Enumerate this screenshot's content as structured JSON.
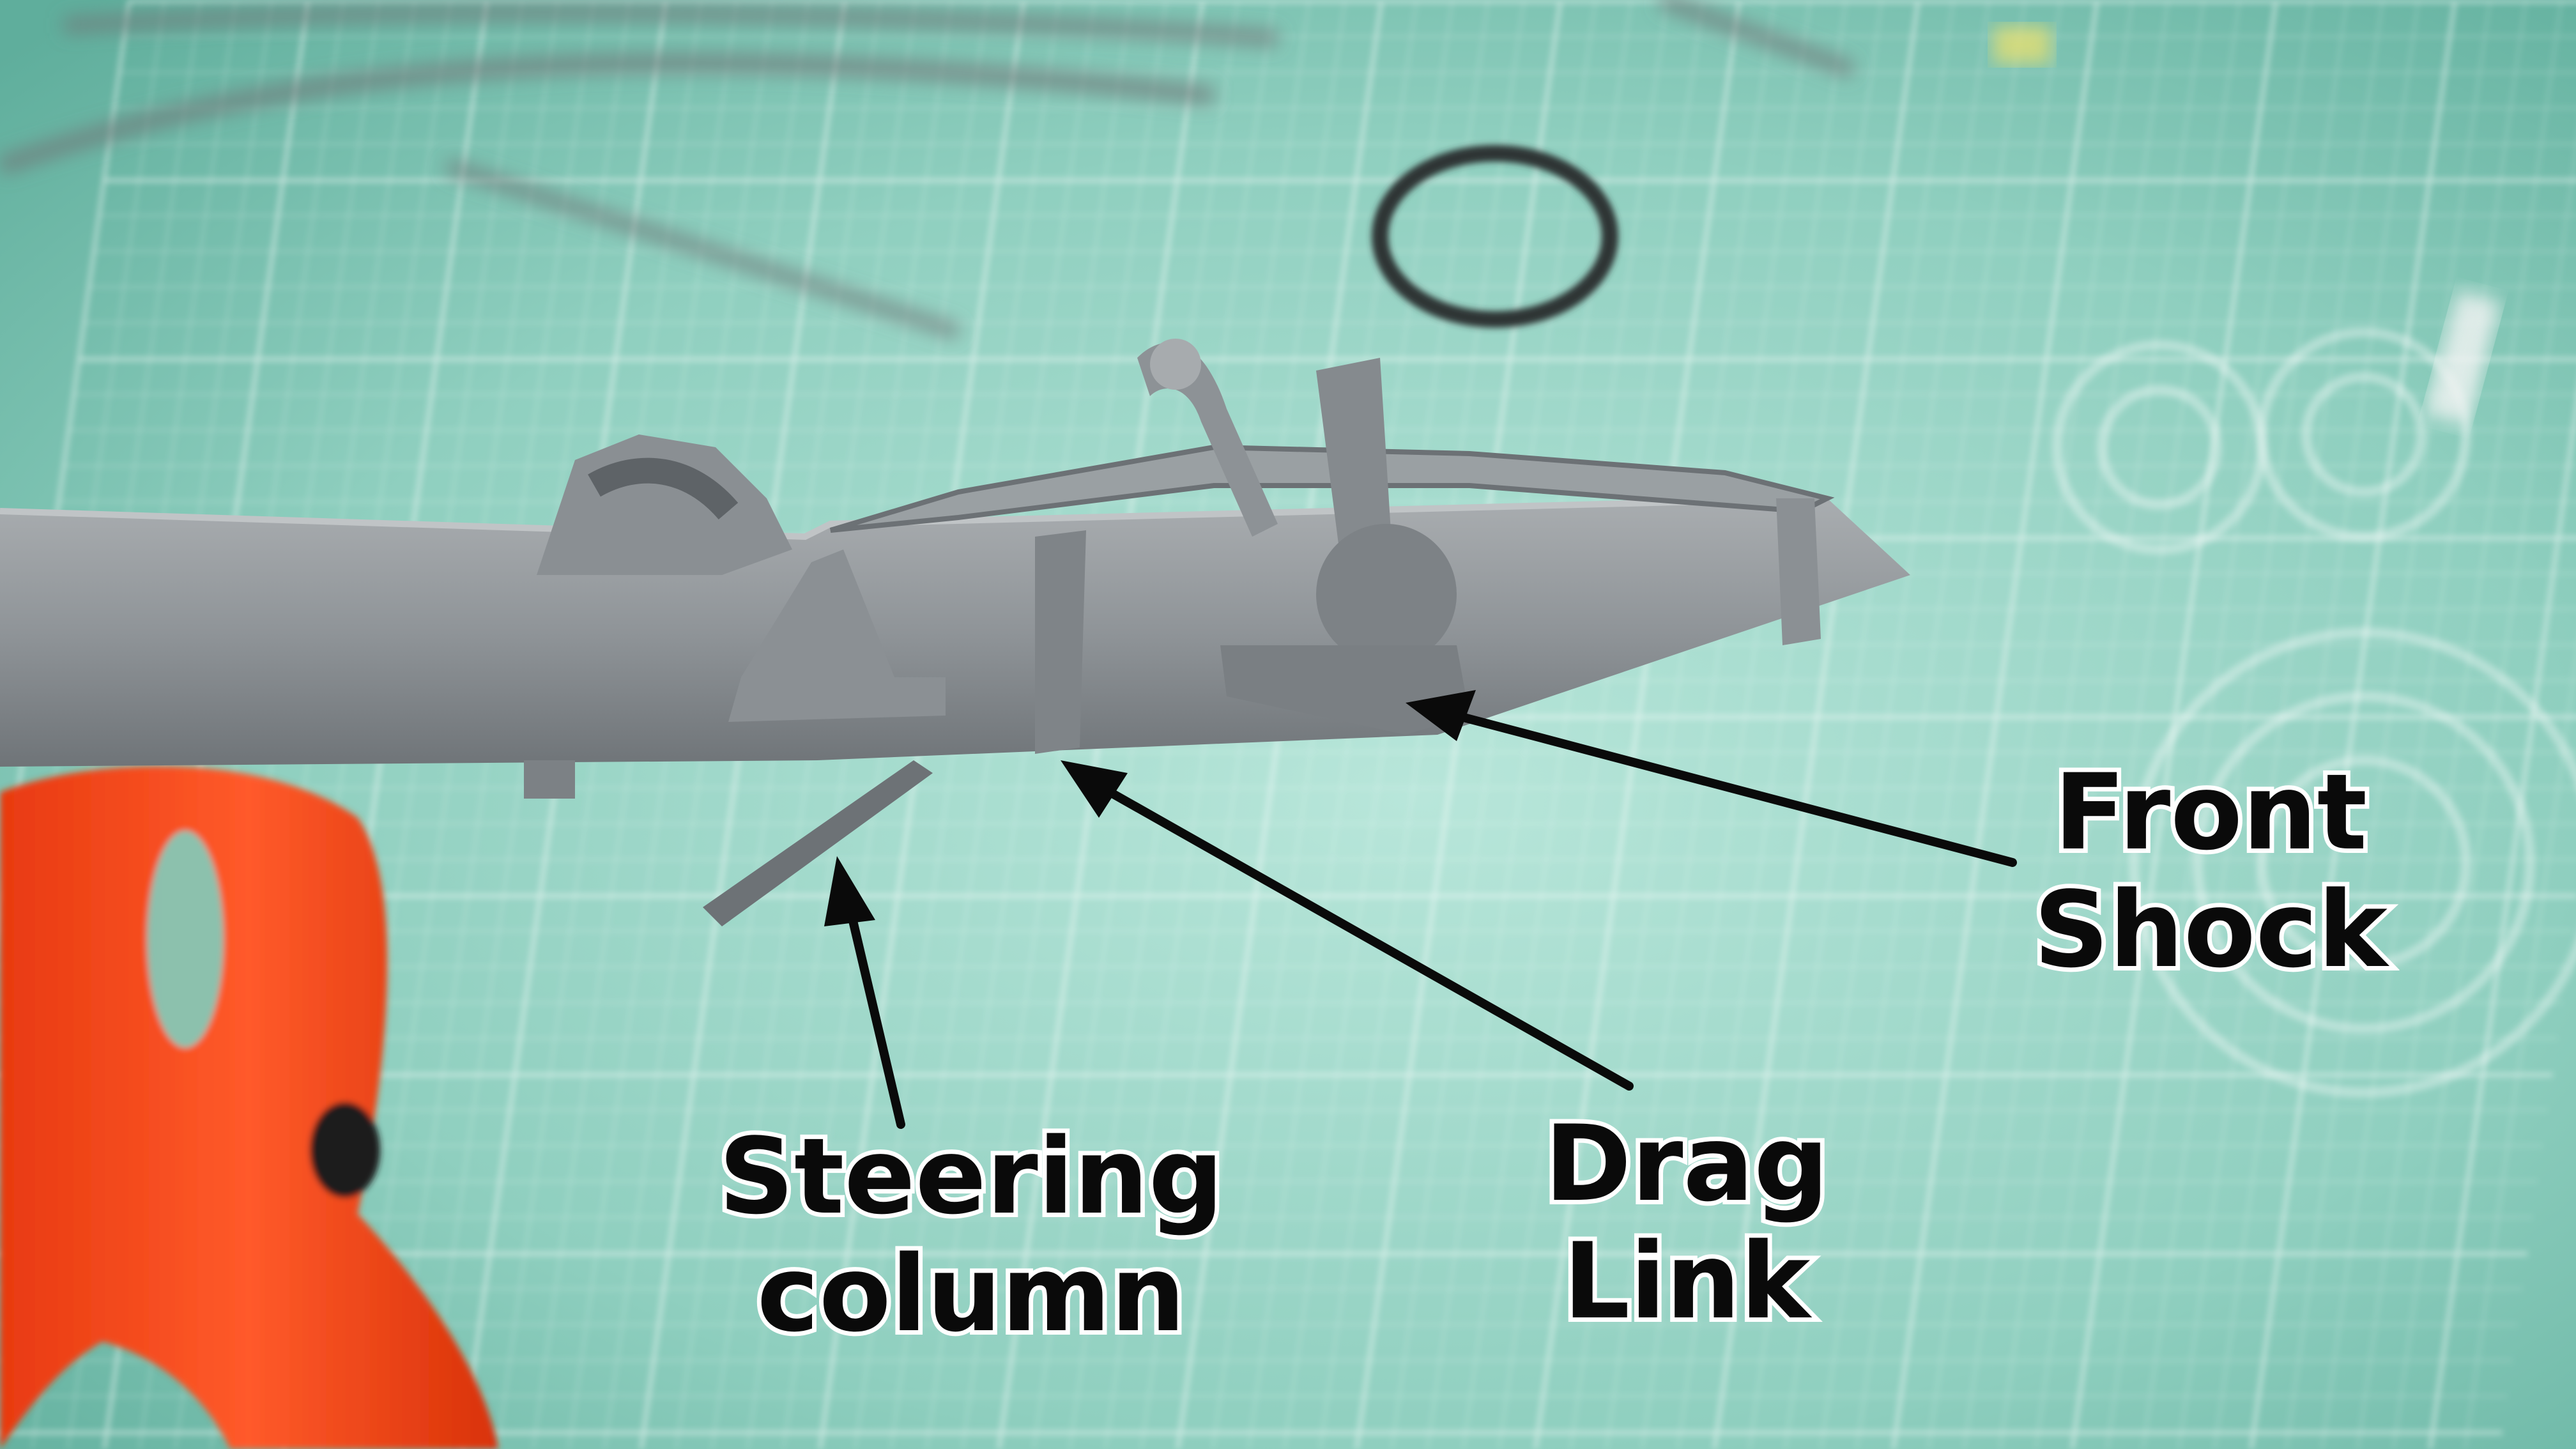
{
  "annotations": {
    "front_shock": {
      "line1": "Front",
      "line2": "Shock"
    },
    "drag_link": {
      "line1": "Drag",
      "line2": "Link"
    },
    "steering_column": {
      "line1": "Steering",
      "line2": "column"
    }
  },
  "colors": {
    "cutting_mat": "#a8dcd0",
    "mat_grid": "#ffffff",
    "chassis": "#8f9498",
    "clamp": "#ff4a1c",
    "arrow": "#0a0a0a",
    "label_text": "#0a0a0a"
  }
}
